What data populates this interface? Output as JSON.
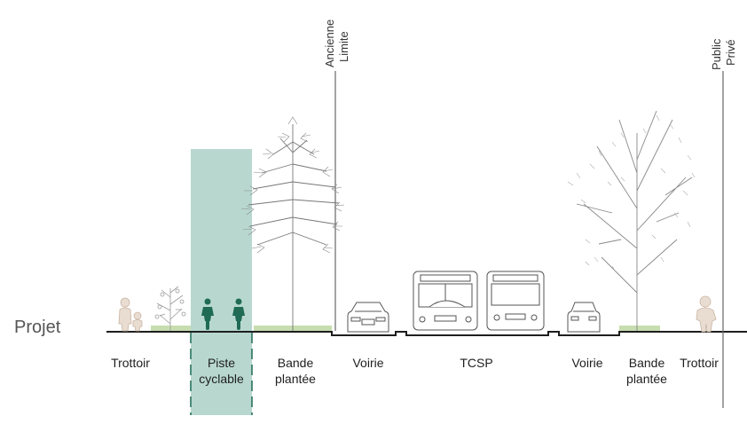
{
  "title": "Projet",
  "limit_labels": {
    "ancienne_line1": "Ancienne",
    "ancienne_line2": "Limite",
    "public": "Public",
    "prive": "Privé"
  },
  "zones": {
    "trottoir_left": "Trottoir",
    "piste_line1": "Piste",
    "piste_line2": "cyclable",
    "bande_left_line1": "Bande",
    "bande_left_line2": "plantée",
    "voirie_left": "Voirie",
    "tcsp": "TCSP",
    "voirie_right": "Voirie",
    "bande_right_line1": "Bande",
    "bande_right_line2": "plantée",
    "trottoir_right": "Trottoir"
  },
  "colors": {
    "bike_lane": "#b8d8cf",
    "cyclist": "#1f6b55",
    "planting_strip": "#c7ddb0",
    "ground": "#1e1e1e",
    "tree_line": "#777777"
  }
}
